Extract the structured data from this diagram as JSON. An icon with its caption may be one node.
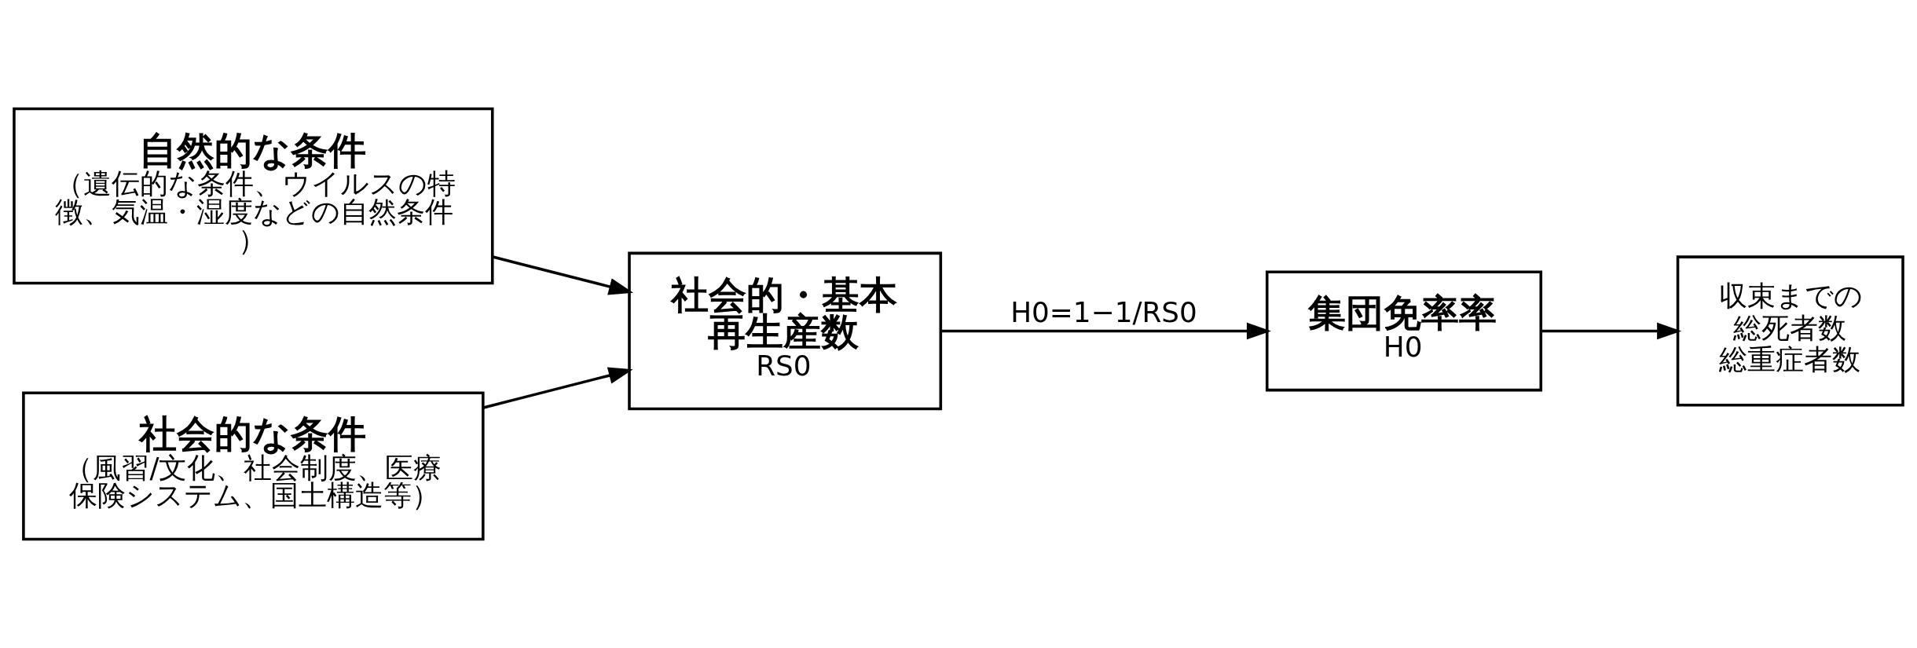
{
  "diagram": {
    "nodes": [
      {
        "text": [
          "自然的な条件",
          "（遺伝的な条件、ウイルスの特徴、気温・湿度などの自然条件）"
        ]
      },
      {
        "text": [
          "社会的な条件",
          "（風習/文化、社会制度、医療保険システム、国土構造等）"
        ]
      },
      {
        "text": [
          "社会的・基本再生産数",
          "RS0"
        ]
      },
      {
        "text": [
          "集団免率率",
          "H0"
        ]
      },
      {
        "text": [
          "収束までの",
          "総死者数",
          "総重症者数"
        ]
      }
    ],
    "edges": [
      {
        "from": 0,
        "to": 2,
        "arrow": "to"
      },
      {
        "from": 1,
        "to": 2,
        "arrow": "to"
      },
      {
        "from": 2,
        "to": 3,
        "arrow": "to",
        "label": "H0=1−1/RS0"
      },
      {
        "from": 3,
        "to": 4,
        "arrow": "to"
      }
    ]
  }
}
